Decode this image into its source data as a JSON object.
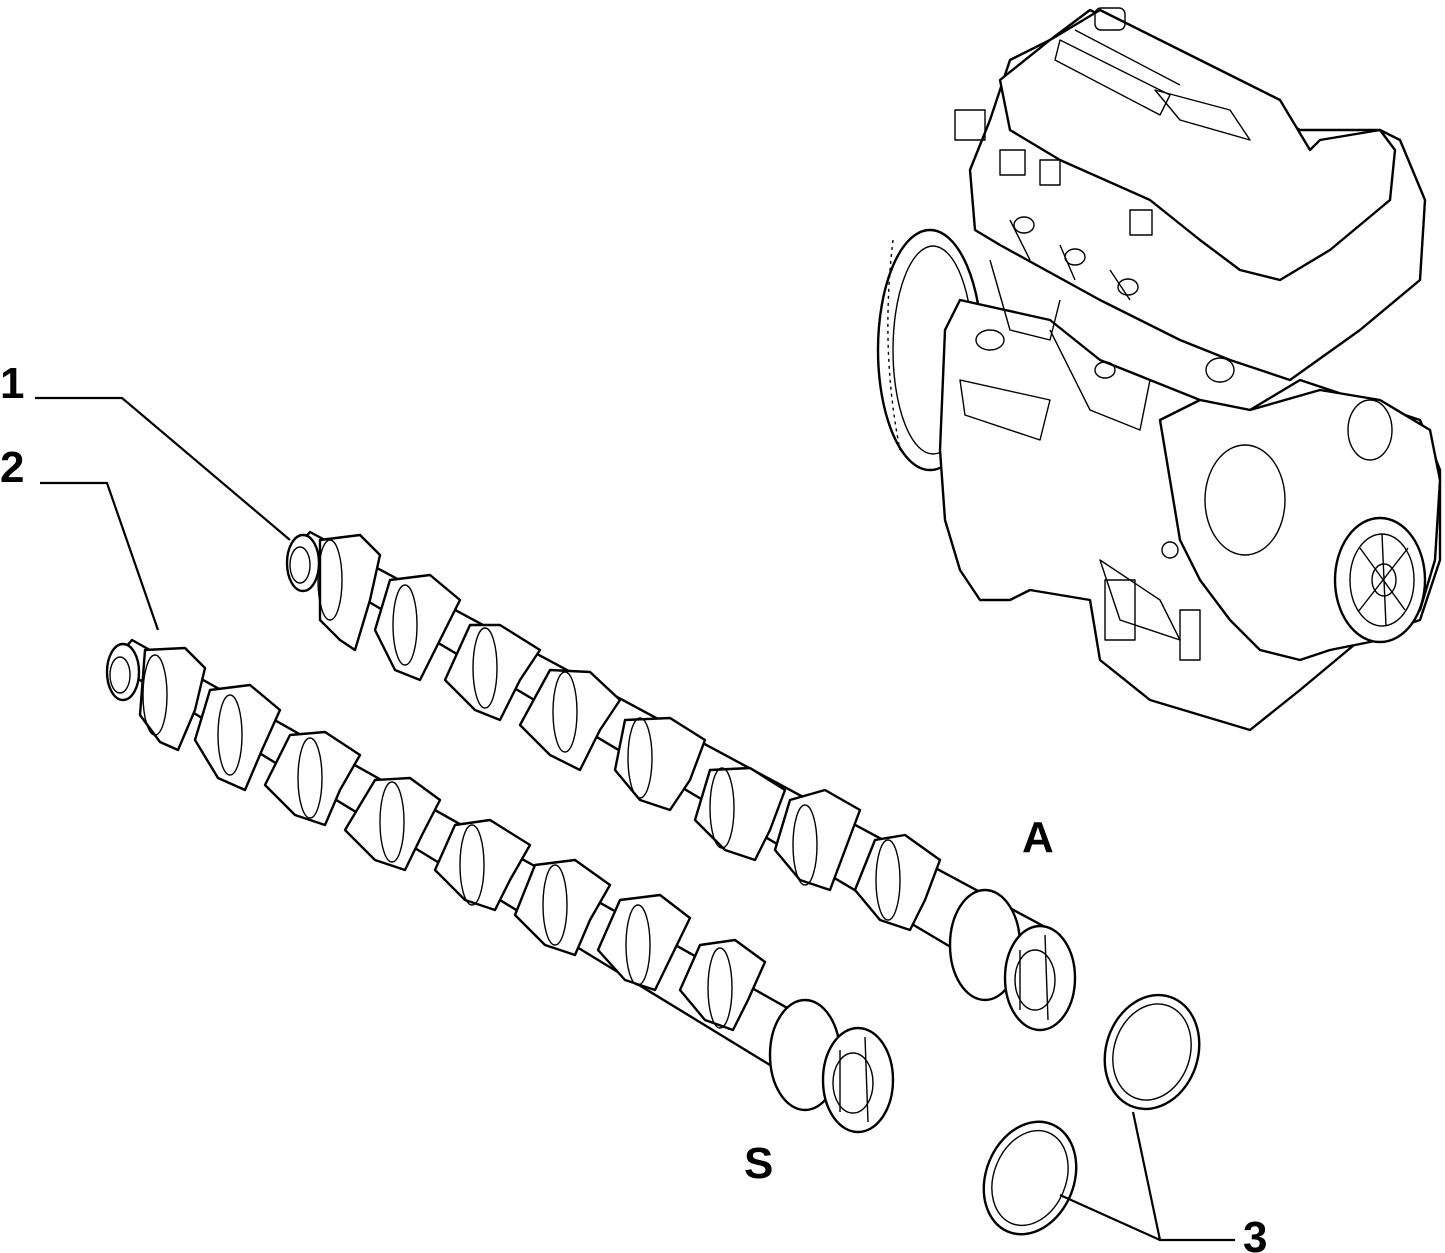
{
  "callouts": {
    "camshaft_1": "1",
    "camshaft_2": "2",
    "seal_rings": "3",
    "intake_side": "A",
    "exhaust_side": "S"
  }
}
